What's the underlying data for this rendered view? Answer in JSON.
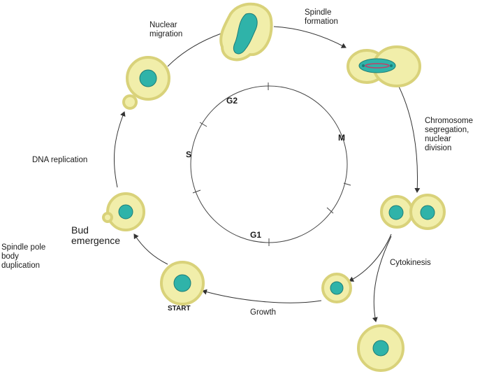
{
  "colors": {
    "cytoplasm": "#f1eeaa",
    "membrane": "#d9d27a",
    "nucleus": "#2fb3a9",
    "nucleus_edge": "#1d7d77",
    "spindle": "#c0406a",
    "ink": "#333333"
  },
  "inner_cycle": {
    "g2": "G",
    "g2_sub": "2",
    "m": "M",
    "s": "S",
    "g1": "G",
    "g1_sub": "1"
  },
  "events": {
    "nuclear_migration": [
      "Nuclear",
      "migration"
    ],
    "spindle_formation": [
      "Spindle",
      "formation"
    ],
    "chromosome_segregation": [
      "Chromosome",
      "segregation,",
      "nuclear",
      "division"
    ],
    "cytokinesis": "Cytokinesis",
    "growth": "Growth",
    "start": "START",
    "spindle_pole_body_duplication": [
      "Spindle pole",
      "body",
      "duplication"
    ],
    "bud_emergence": [
      "Bud",
      "emergence"
    ],
    "dna_replication": "DNA replication"
  }
}
